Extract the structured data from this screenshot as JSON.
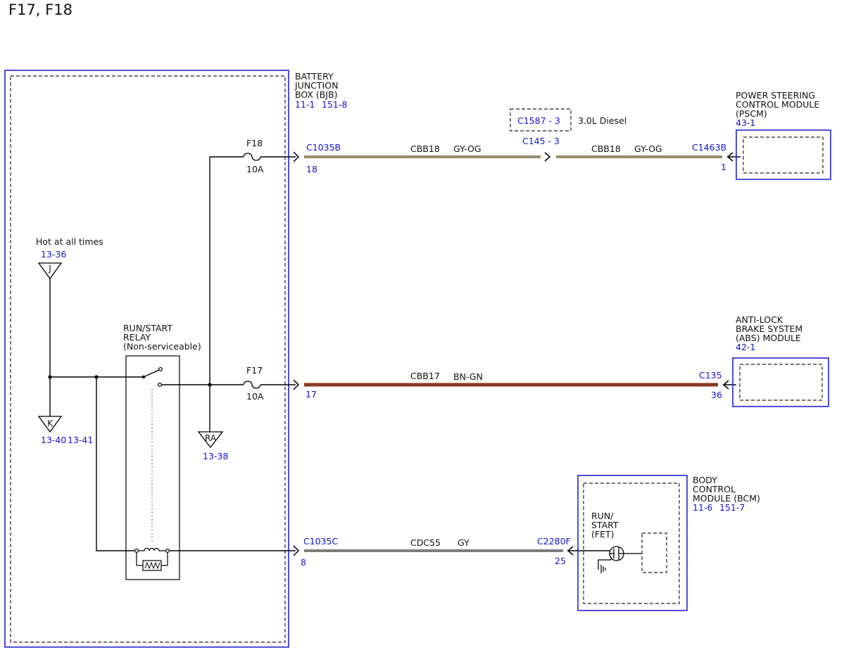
{
  "title": "F17, F18",
  "colors": {
    "ref_blue": "#1414d2",
    "box_fill": "#f2f2f2",
    "wire_gy_og": "#9a8b6c",
    "wire_bn_gn": "#8b3a22",
    "wire_gy": "#7d7d7d"
  },
  "bjb": {
    "name_lines": [
      "BATTERY",
      "JUNCTION",
      "BOX (BJB)"
    ],
    "refs": [
      "11-1",
      "151-8"
    ]
  },
  "hot_label": "Hot at all times",
  "splices": {
    "j": {
      "letter": "J",
      "ref": "13-36"
    },
    "k": {
      "letter": "K",
      "refs": [
        "13-40",
        "13-41"
      ]
    },
    "ra": {
      "letter": "RA",
      "ref": "13-38"
    }
  },
  "relay": {
    "name_lines": [
      "RUN/START",
      "RELAY",
      "(Non-serviceable)"
    ]
  },
  "fuses": {
    "f18": {
      "name": "F18",
      "rating": "10A"
    },
    "f17": {
      "name": "F17",
      "rating": "10A"
    }
  },
  "circuits": {
    "top": {
      "left_connector": "C1035B",
      "left_pin": "18",
      "circuit": "CBB18",
      "color": "GY-OG",
      "inline_connector": "C145 - 3",
      "option_connector": "C1587 - 3",
      "option_label": "3.0L Diesel",
      "circuit_right": "CBB18",
      "color_right": "GY-OG",
      "right_connector": "C1463B",
      "right_pin": "1"
    },
    "middle": {
      "left_pin": "17",
      "circuit": "CBB17",
      "color": "BN-GN",
      "right_connector": "C135",
      "right_pin": "36"
    },
    "bottom": {
      "left_connector": "C1035C",
      "left_pin": "8",
      "circuit": "CDC55",
      "color": "GY",
      "right_connector": "C2280F",
      "right_pin": "25"
    }
  },
  "modules": {
    "pscm": {
      "name_lines": [
        "POWER STEERING",
        "CONTROL MODULE",
        "(PSCM)"
      ],
      "ref": "43-1"
    },
    "abs": {
      "name_lines": [
        "ANTI-LOCK",
        "BRAKE SYSTEM",
        "(ABS) MODULE"
      ],
      "ref": "42-1"
    },
    "bcm": {
      "name_lines": [
        "BODY",
        "CONTROL",
        "MODULE (BCM)"
      ],
      "refs": [
        "11-6",
        "151-7"
      ]
    }
  },
  "fet_label_lines": [
    "RUN/",
    "START",
    "(FET)"
  ]
}
